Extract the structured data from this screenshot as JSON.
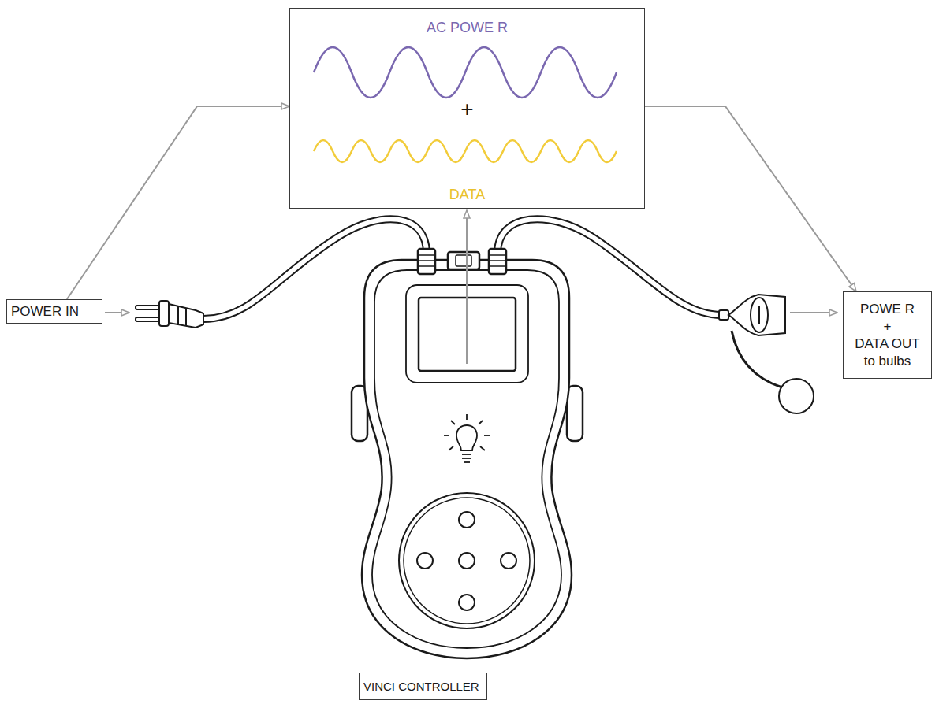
{
  "diagram": {
    "nodes": [
      {
        "text": [
          "AC POWE R",
          "+",
          "DATA"
        ]
      },
      {
        "text": [
          "POWER IN"
        ]
      },
      {
        "text": [
          "POWE R",
          "+",
          "DATA OUT to bulbs"
        ]
      },
      {
        "text": [
          "VINCI CONTROLLER"
        ]
      }
    ],
    "edges": [
      {
        "from": 1,
        "to": 0,
        "arrow": "to"
      },
      {
        "from": 0,
        "to": 2,
        "arrow": "to"
      }
    ]
  }
}
